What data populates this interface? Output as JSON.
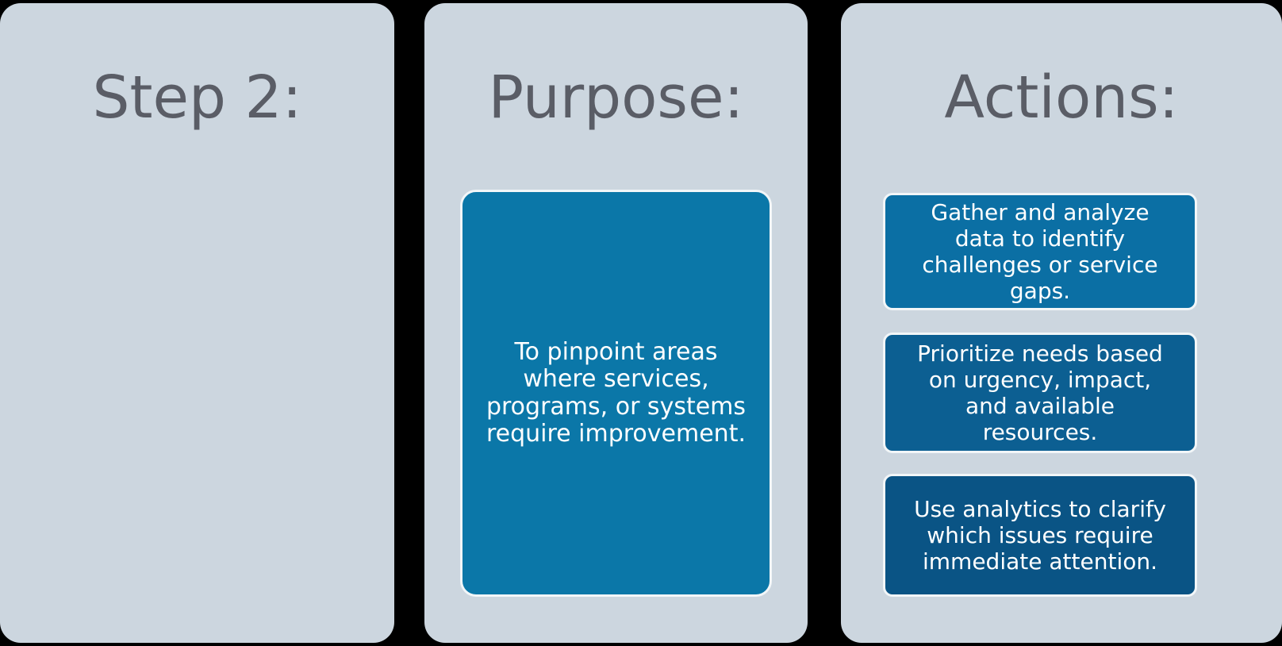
{
  "diagram": {
    "background_color": "#000000",
    "panel_color": "#ccd6df",
    "title_color": "#5a5d66",
    "columns": [
      {
        "id": "step",
        "title": "Step 2:",
        "cards": []
      },
      {
        "id": "purpose",
        "title": "Purpose:",
        "cards": [
          {
            "text": "To pinpoint areas\nwhere services,\nprograms, or systems\nrequire improvement.",
            "color": "#0b77a8"
          }
        ]
      },
      {
        "id": "actions",
        "title": "Actions:",
        "cards": [
          {
            "text": "Gather and analyze\ndata to identify\nchallenges or service\ngaps.",
            "color": "#0b6fa4"
          },
          {
            "text": "Prioritize needs based\non urgency, impact,\nand available\nresources.",
            "color": "#0c5f92"
          },
          {
            "text": "Use analytics to clarify\nwhich issues require\nimmediate attention.",
            "color": "#0a5485"
          }
        ]
      }
    ]
  }
}
